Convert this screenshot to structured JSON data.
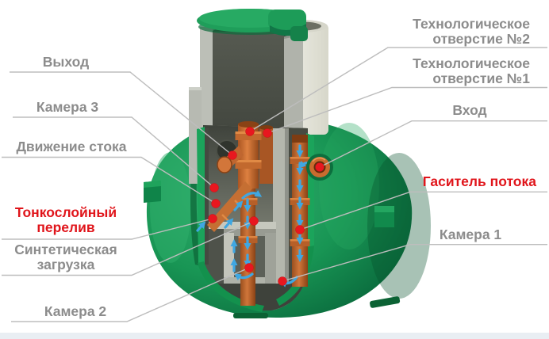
{
  "diagram": {
    "title": "Septic tank cutaway diagram",
    "labels": {
      "vyhod": "Выход",
      "kamera3": "Камера 3",
      "dvizhenie": "Движение стока",
      "tonkosloyny": "Тонкослойный\nперелив",
      "sintet": "Синтетическая\nзагрузка",
      "kamera2": "Камера 2",
      "tehn2": "Технологическое\nотверстие №2",
      "tehn1": "Технологическое\nотверстие №1",
      "vhod": "Вход",
      "gasitel": "Гаситель потока",
      "kamera1": "Камера 1"
    },
    "colors": {
      "label_gray": "#8c8c8c",
      "label_red": "#e0151b",
      "leader_line": "#bdbdbd",
      "marker_dot": "#e8171f",
      "tank_green": "#16904f",
      "pipe_orange": "#c96b2f",
      "arrow_blue": "#3fa7e2",
      "footer_strip": "#e9eef3"
    }
  }
}
